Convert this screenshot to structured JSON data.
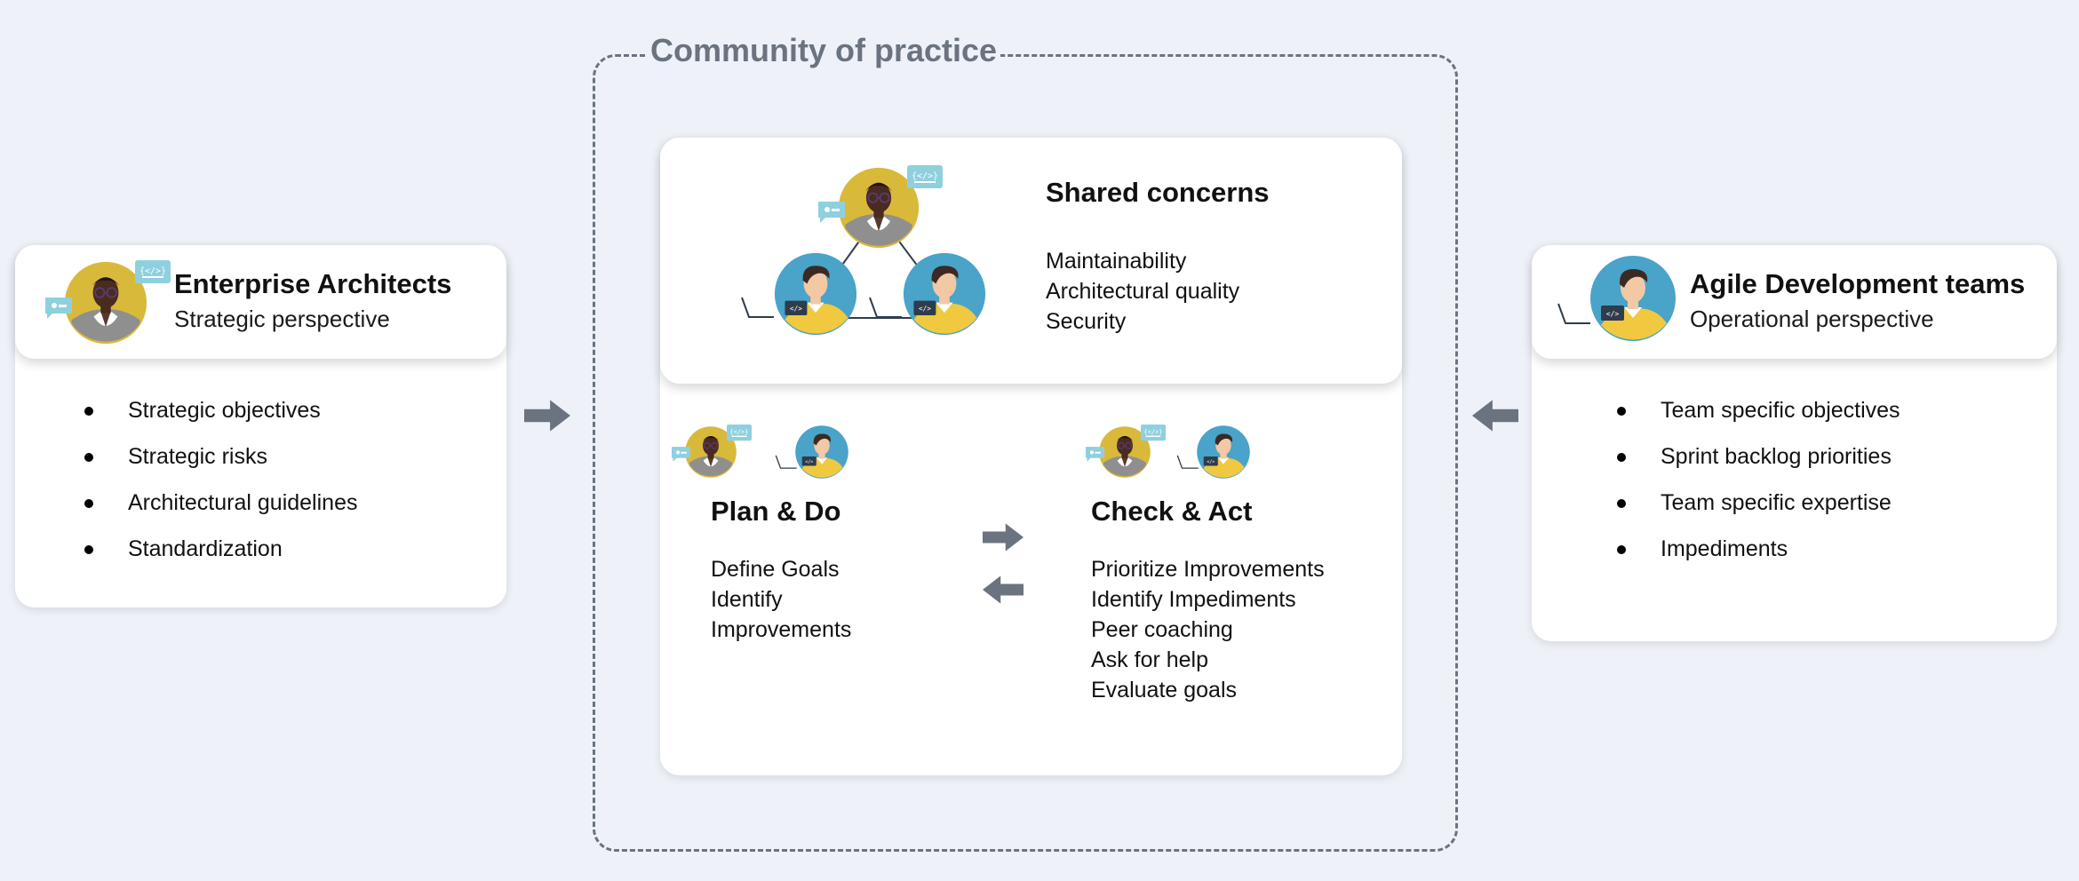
{
  "colors": {
    "background": "#eef2f8",
    "frame": "#6a737f",
    "arrow": "#6a737f",
    "avatar_gold": "#d9b93a",
    "avatar_blue": "#4aa3c8",
    "shirt_yellow": "#f0c941"
  },
  "left_panel": {
    "title": "Enterprise Architects",
    "subtitle": "Strategic perspective",
    "items": [
      "Strategic objectives",
      "Strategic risks",
      "Architectural guidelines",
      "Standardization"
    ]
  },
  "right_panel": {
    "title": "Agile Development teams",
    "subtitle": "Operational perspective",
    "items": [
      "Team specific objectives",
      "Sprint backlog priorities",
      "Team specific expertise",
      "Impediments"
    ]
  },
  "community": {
    "label": "Community of practice",
    "shared": {
      "title": "Shared concerns",
      "items": [
        "Maintainability",
        "Architectural quality",
        "Security"
      ]
    },
    "plan_do": {
      "title": "Plan & Do",
      "items": [
        "Define Goals",
        "Identify",
        "Improvements"
      ]
    },
    "check_act": {
      "title": "Check & Act",
      "items": [
        "Prioritize Improvements",
        "Identify Impediments",
        "Peer coaching",
        "Ask for help",
        "Evaluate goals"
      ]
    }
  },
  "icons": {
    "architect": "architect-avatar-icon",
    "developer": "developer-avatar-icon",
    "code_badge": "code-badge-icon",
    "chat_badge": "chat-badge-icon",
    "laptop": "laptop-icon",
    "arrow": "arrow-icon"
  }
}
